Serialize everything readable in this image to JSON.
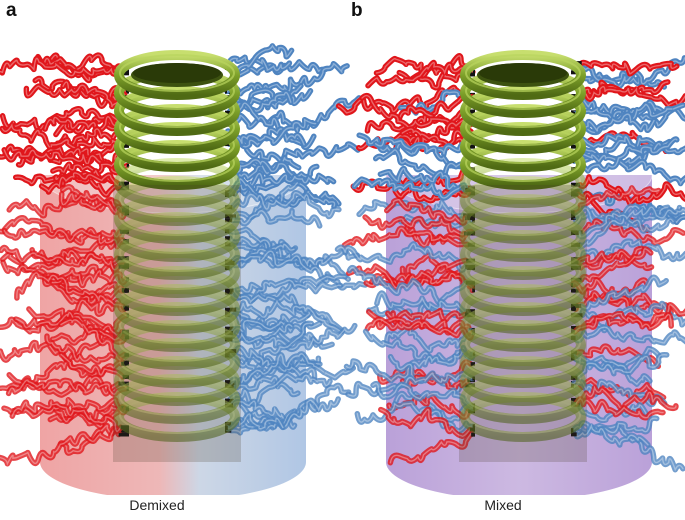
{
  "panels": [
    {
      "letter": "a",
      "caption": "Demixed",
      "arrangement": "demixed",
      "left_chain_color": "#e0161b",
      "right_chain_color": "#4f84c0",
      "left_tint": "#e86a6a",
      "right_tint": "#7fa6d6"
    },
    {
      "letter": "b",
      "caption": "Mixed",
      "arrangement": "mixed",
      "left_chain_color": "#4f84c0",
      "right_chain_color": "#e0161b",
      "left_tint": "#9a73c4",
      "right_tint": "#9a73c4"
    }
  ],
  "core_color": "#7ea12a",
  "core_highlight": "#b9d45e",
  "linker_color": "#111111"
}
